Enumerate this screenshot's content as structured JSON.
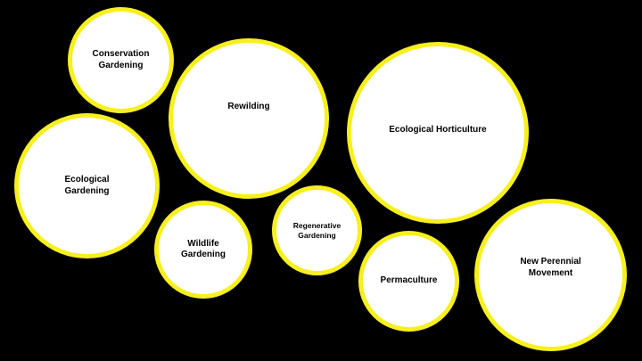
{
  "diagram": {
    "border_color": "#f7f01e",
    "fill_color": "#ffffff",
    "background_color": "#000000",
    "bubbles": [
      {
        "id": "conservation",
        "label": "Conservation\nGardening"
      },
      {
        "id": "rewilding",
        "label": "Rewilding"
      },
      {
        "id": "horticulture",
        "label": "Ecological Horticulture"
      },
      {
        "id": "ecological",
        "label": "Ecological\nGardening"
      },
      {
        "id": "wildlife",
        "label": "Wildlife\nGardening"
      },
      {
        "id": "regenerative",
        "label": "Regenerative\nGardening"
      },
      {
        "id": "permaculture",
        "label": "Permaculture"
      },
      {
        "id": "newperennial",
        "label": "New Perennial\nMovement"
      }
    ]
  }
}
